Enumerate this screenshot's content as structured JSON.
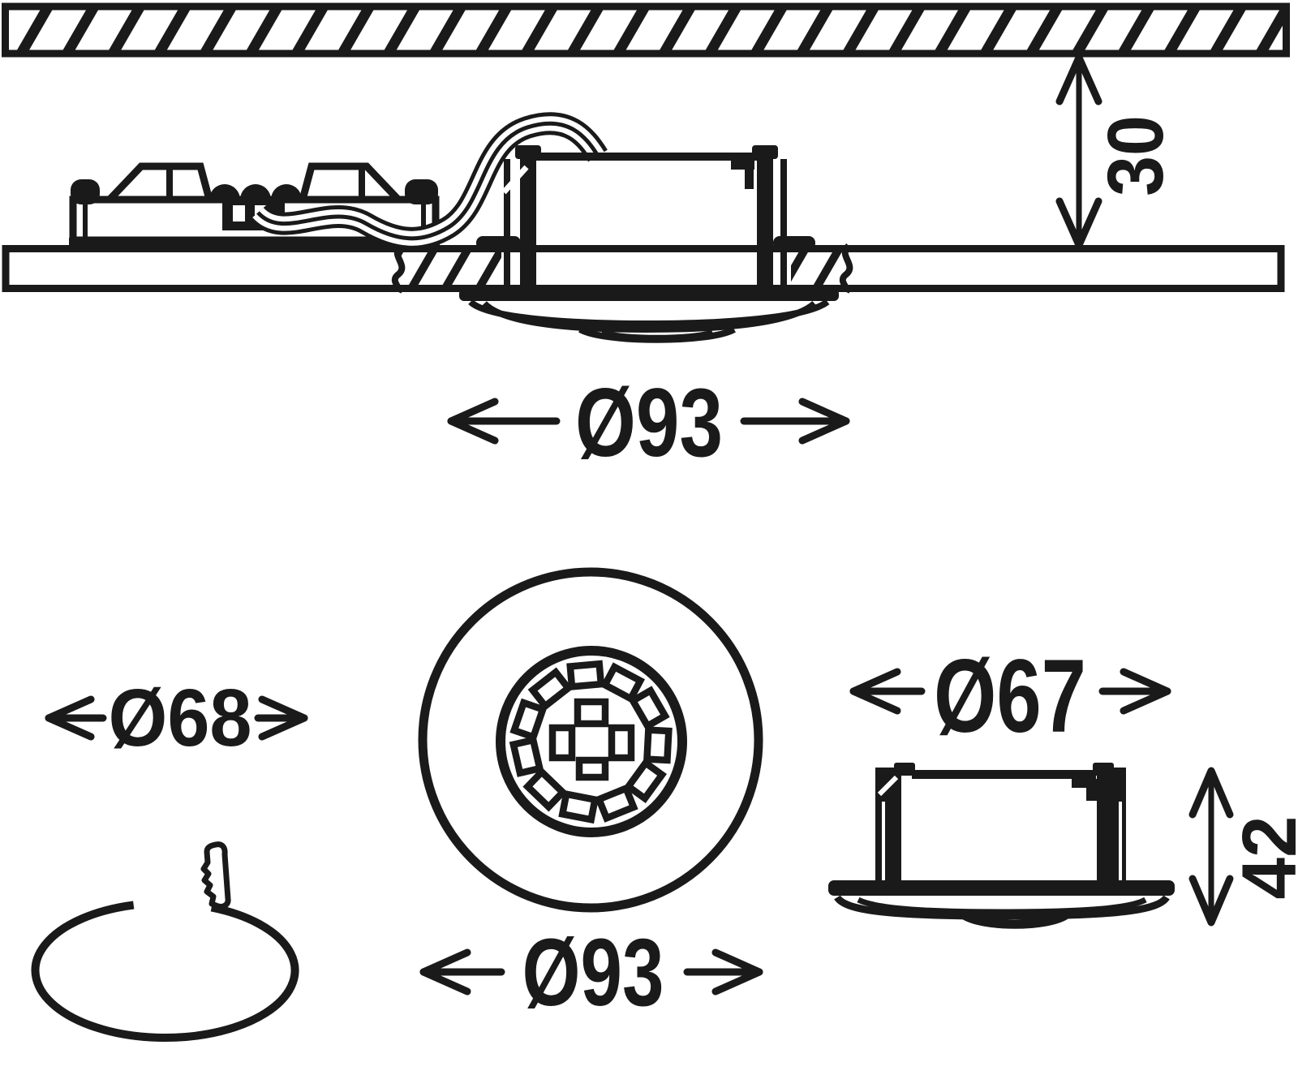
{
  "colors": {
    "ink": "#1a1a1a",
    "paper": "#ffffff"
  },
  "views": {
    "side_installed": {
      "recess_depth": "30",
      "trim_diameter": "Ø93"
    },
    "ceiling_cutout": {
      "diameter": "Ø68"
    },
    "front": {
      "trim_diameter": "Ø93"
    },
    "unit_side": {
      "housing_diameter": "Ø67",
      "height": "42"
    }
  }
}
